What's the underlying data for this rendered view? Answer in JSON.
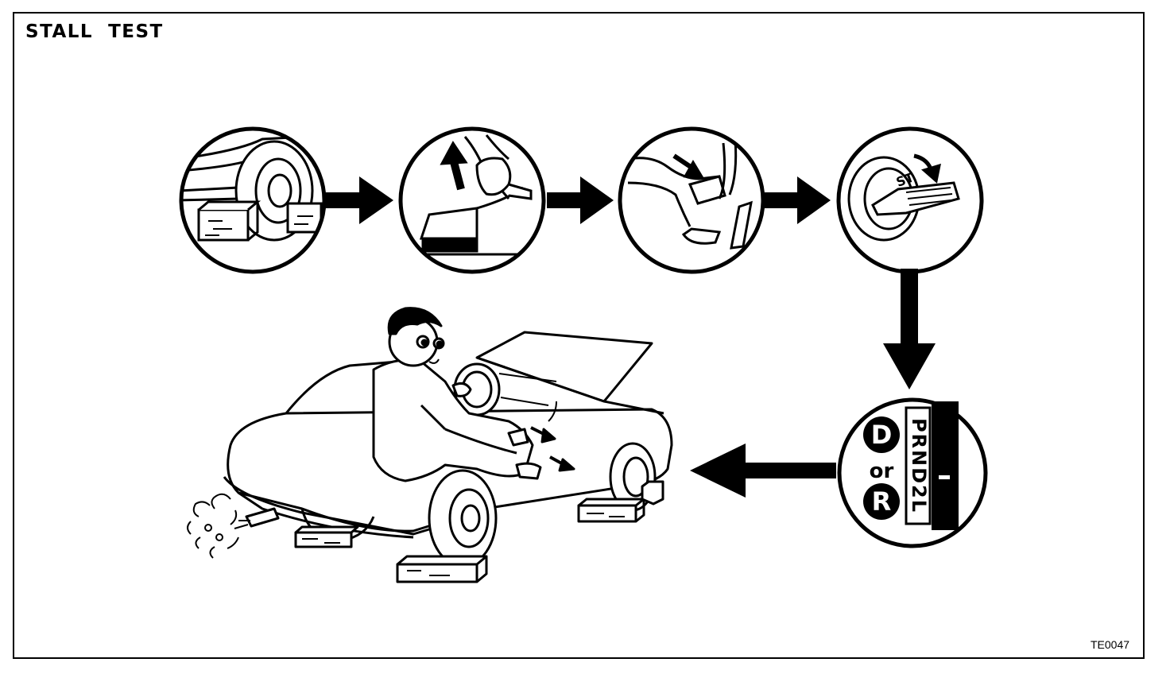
{
  "title": "STALL  TEST",
  "figure_code": "TE0047",
  "steps": [
    {
      "id": "chock-wheels",
      "icon": "wheel-chock-icon"
    },
    {
      "id": "parking-brake",
      "icon": "parking-brake-lever-icon"
    },
    {
      "id": "brake-pedal",
      "icon": "brake-pedal-foot-icon"
    },
    {
      "id": "ignition-start",
      "icon": "ignition-key-icon"
    },
    {
      "id": "select-gear",
      "icon": "shift-lever-icon"
    }
  ],
  "ignition": {
    "label": "ST"
  },
  "shift": {
    "gear_d": "D",
    "or_label": "or",
    "gear_r": "R",
    "positions": [
      "P",
      "R",
      "N",
      "D",
      "2",
      "L"
    ]
  },
  "colors": {
    "ink": "#000000",
    "paper": "#ffffff"
  }
}
